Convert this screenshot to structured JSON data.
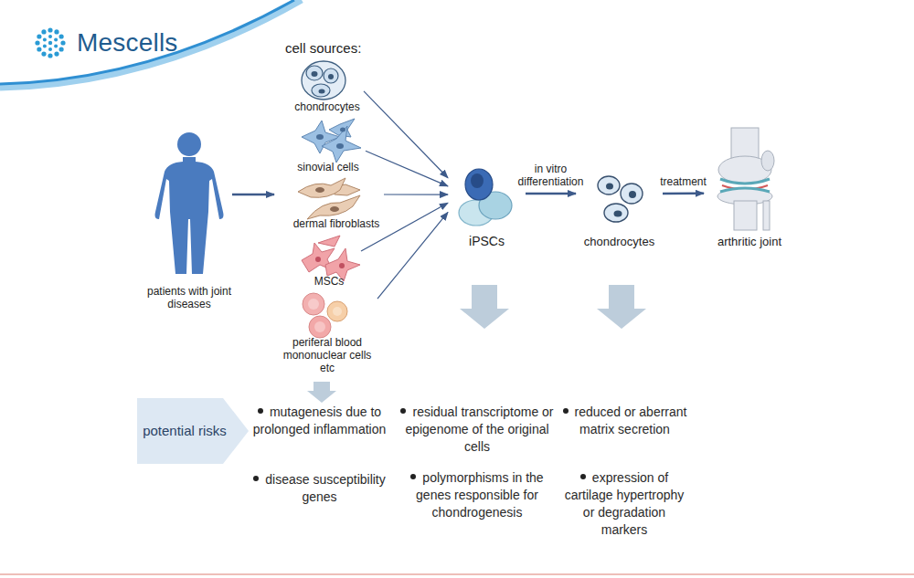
{
  "diagram": {
    "nodes": [
      {
        "text": [
          "patients with joint diseases"
        ]
      },
      {
        "text": [
          "cell sources:"
        ]
      },
      {
        "text": [
          "chondrocytes"
        ],
        "in": 1
      },
      {
        "text": [
          "sinovial cells"
        ],
        "in": 1
      },
      {
        "text": [
          "dermal fibroblasts"
        ],
        "in": 1
      },
      {
        "text": [
          "MSCs"
        ],
        "in": 1
      },
      {
        "text": [
          "periferal blood mononuclear cells etc"
        ],
        "in": 1
      },
      {
        "text": [
          "iPSCs"
        ]
      },
      {
        "text": [
          "chondrocytes"
        ]
      },
      {
        "text": [
          "arthritic joint"
        ]
      },
      {
        "text": [
          "potential risks"
        ]
      }
    ],
    "edges": [
      {
        "from": 0,
        "to": 1,
        "arrow": "to"
      },
      {
        "from": 2,
        "to": 7,
        "arrow": "to"
      },
      {
        "from": 3,
        "to": 7,
        "arrow": "to"
      },
      {
        "from": 4,
        "to": 7,
        "arrow": "to"
      },
      {
        "from": 5,
        "to": 7,
        "arrow": "to"
      },
      {
        "from": 6,
        "to": 7,
        "arrow": "to"
      },
      {
        "from": 7,
        "to": 8,
        "label": "in vitro differentiation",
        "arrow": "to"
      },
      {
        "from": 8,
        "to": 9,
        "label": "treatment",
        "arrow": "to"
      }
    ],
    "labels": [
      "Mescells",
      "mutagenesis due to prolonged inflammation",
      "disease susceptibility genes",
      "residual transcriptome or epigenome of the original cells",
      "polymorphisms in the genes responsible for chondrogenesis",
      "reduced or aberrant matrix secretion",
      "expression of cartilage hypertrophy or degradation markers"
    ]
  }
}
